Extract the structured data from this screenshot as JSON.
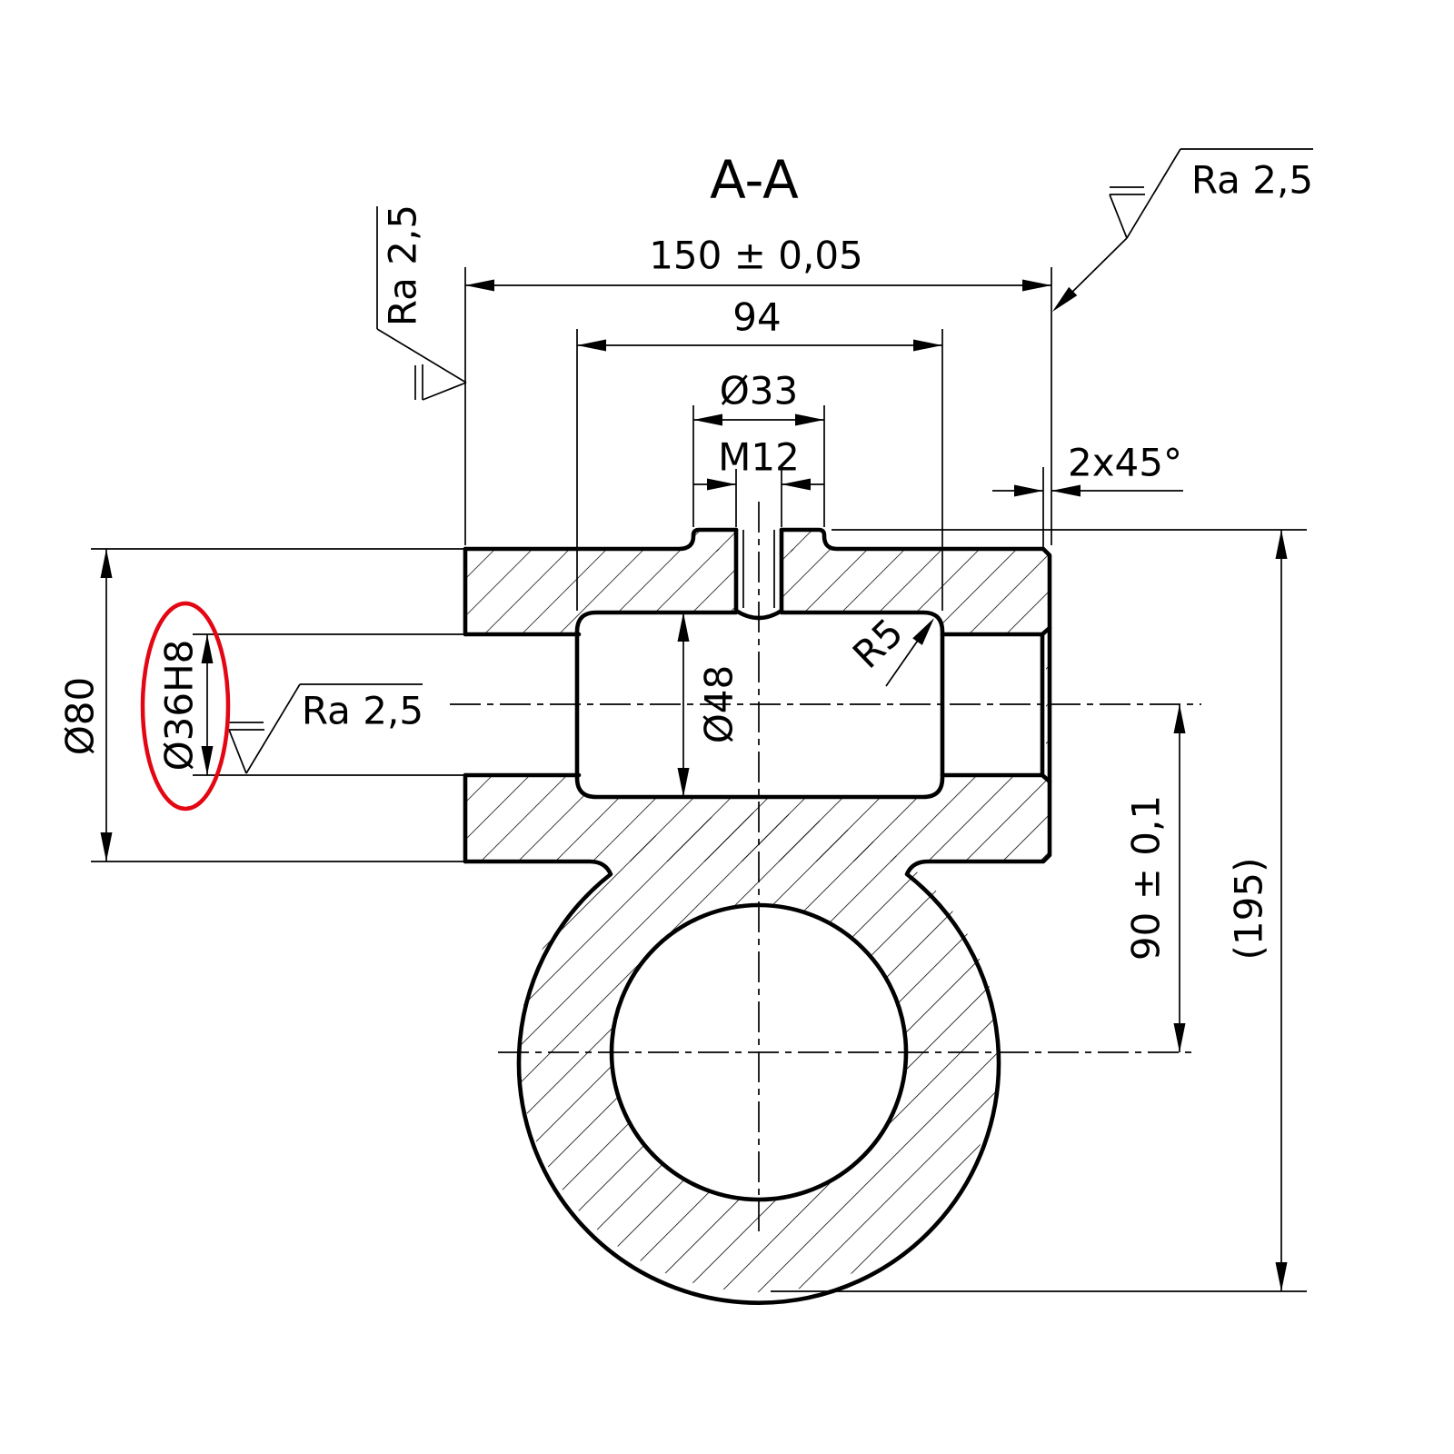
{
  "drawing": {
    "title": "A-A",
    "dims": {
      "overall_length": "150 ± 0,05",
      "cavity_length": "94",
      "boss_diameter": "Ø33",
      "thread_size": "M12",
      "chamfer": "2x45°",
      "bore_cavity_diameter": "Ø48",
      "corner_radius": "R5",
      "outer_diameter": "Ø80",
      "bore_fit": "Ø36H8",
      "ring_offset": "90 ± 0,1",
      "overall_height_ref": "(195)"
    },
    "roughness": {
      "left_face": "Ra 2,5",
      "right_face": "Ra 2,5",
      "bore_surface": "Ra 2,5"
    },
    "highlight": {
      "color": "#e30613"
    }
  }
}
